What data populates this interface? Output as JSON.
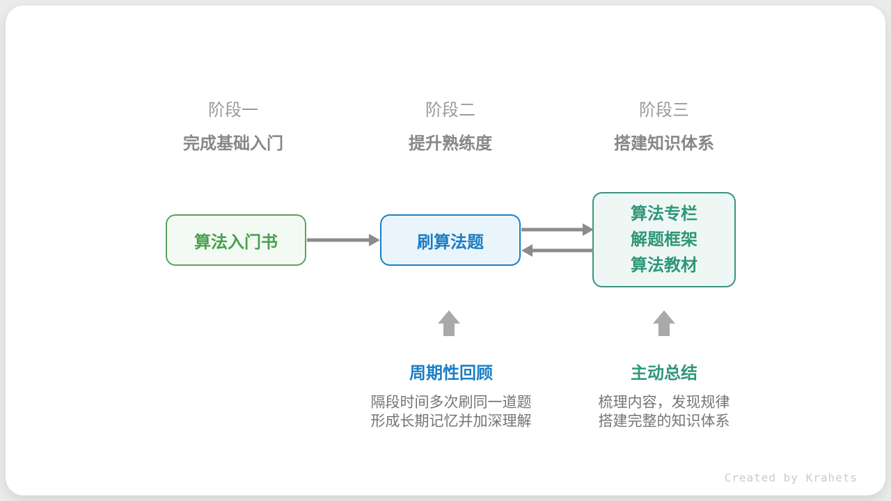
{
  "card": {
    "stages": [
      {
        "label": "阶段一",
        "title": "完成基础入门"
      },
      {
        "label": "阶段二",
        "title": "提升熟练度"
      },
      {
        "label": "阶段三",
        "title": "搭建知识体系"
      }
    ],
    "nodes": {
      "intro_book": {
        "text": "算法入门书"
      },
      "practice": {
        "text": "刷算法题"
      },
      "resources": {
        "lines": [
          "算法专栏",
          "解题框架",
          "算法教材"
        ]
      }
    },
    "annotations": [
      {
        "title": "周期性回顾",
        "desc": [
          "隔段时间多次刷同一道题",
          "形成长期记忆并加深理解"
        ]
      },
      {
        "title": "主动总结",
        "desc": [
          "梳理内容，发现规律",
          "搭建完整的知识体系"
        ]
      }
    ],
    "footer": {
      "credit": "Created by Krahets"
    }
  },
  "colors": {
    "green_border": "#5ba15e",
    "green_text": "#47a04c",
    "green_bg": "#f3faf3",
    "blue_border": "#1b7ec5",
    "blue_text": "#1b7ec5",
    "blue_bg": "#eaf4fb",
    "teal_border": "#3b9180",
    "teal_text": "#2e9678",
    "teal_bg": "#eef7f4",
    "flow_arrow": "#8c8c8c",
    "block_arrow": "#a9a9a9",
    "stage_label_text": "#9a9a9a",
    "stage_title_text": "#878787",
    "desc_text": "#757575",
    "credit_text": "#cbcbcb"
  }
}
